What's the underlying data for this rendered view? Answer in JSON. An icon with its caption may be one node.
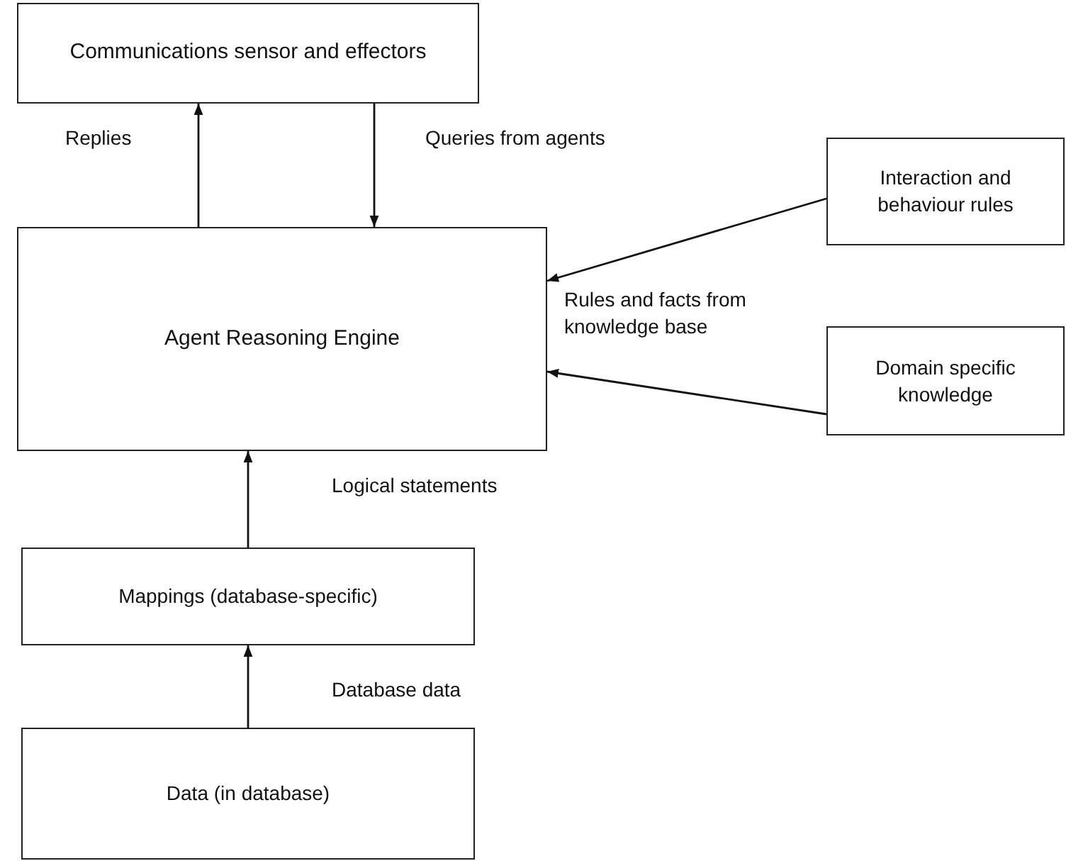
{
  "diagram": {
    "nodes": [
      {
        "text": [
          "Communications sensor and effectors"
        ]
      },
      {
        "text": [
          "Agent Reasoning Engine"
        ]
      },
      {
        "text": [
          "Interaction and behaviour rules"
        ]
      },
      {
        "text": [
          "Domain specific knowledge"
        ]
      },
      {
        "text": [
          "Mappings (database-specific)"
        ]
      },
      {
        "text": [
          "Data (in database)"
        ]
      }
    ],
    "edges": [
      {
        "from": 1,
        "to": 0,
        "arrow": "to",
        "label": "Replies"
      },
      {
        "from": 0,
        "to": 1,
        "arrow": "to",
        "label": "Queries from agents"
      },
      {
        "from": 2,
        "to": 1,
        "arrow": "to"
      },
      {
        "from": 3,
        "to": 1,
        "arrow": "to"
      },
      {
        "from": 4,
        "to": 1,
        "arrow": "to",
        "label": "Logical statements"
      },
      {
        "from": 5,
        "to": 4,
        "arrow": "to",
        "label": "Database data"
      }
    ],
    "labels": [
      "Rules and facts from knowledge base"
    ]
  }
}
